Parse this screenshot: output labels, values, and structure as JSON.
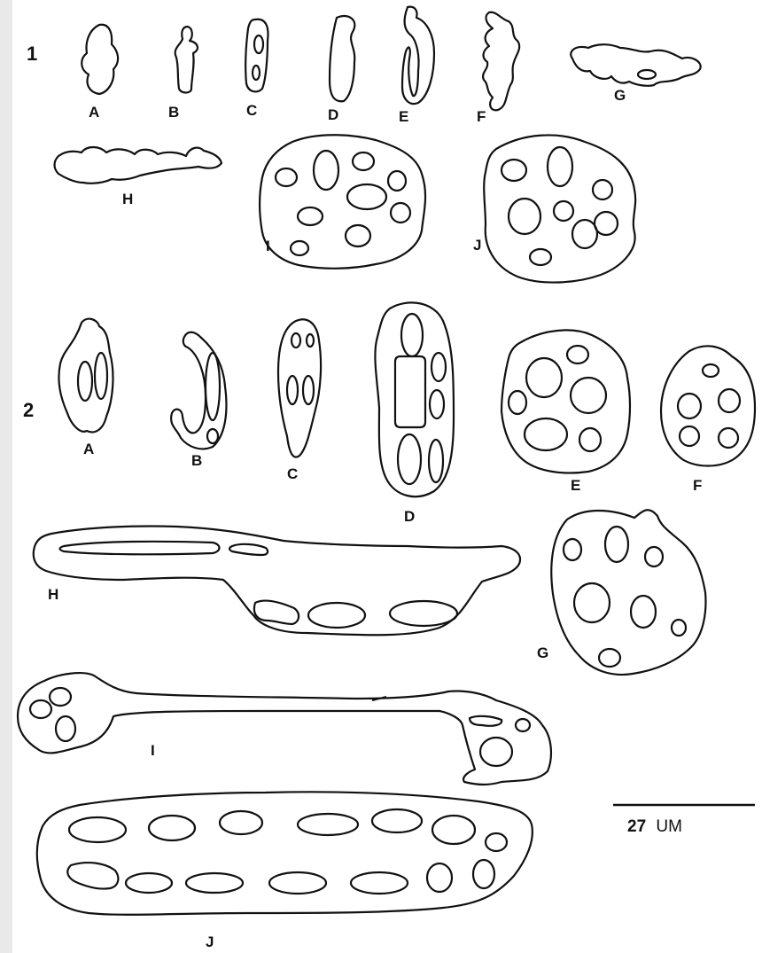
{
  "figure": {
    "group1": {
      "number": "1",
      "labels": {
        "a": "A",
        "b": "B",
        "c": "C",
        "d": "D",
        "e": "E",
        "f": "F",
        "g": "G",
        "h": "H",
        "i": "I",
        "j": "J"
      }
    },
    "group2": {
      "number": "2",
      "labels": {
        "a": "A",
        "b": "B",
        "c": "C",
        "d": "D",
        "e": "E",
        "f": "F",
        "g": "G",
        "h": "H",
        "i": "I",
        "j": "J"
      }
    },
    "scale_bar": {
      "value": "27",
      "unit": "UM"
    }
  }
}
